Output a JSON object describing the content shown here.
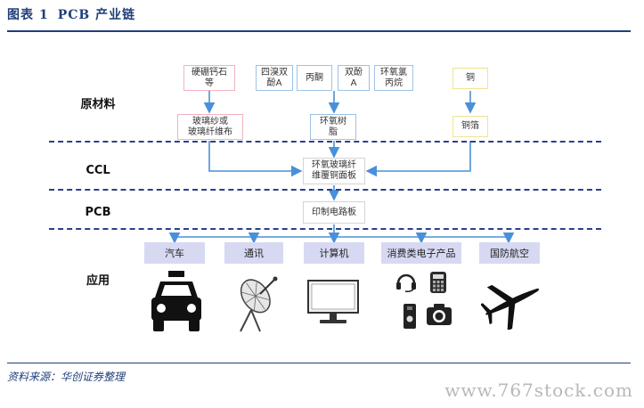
{
  "title": {
    "prefix": "图表",
    "number": "1",
    "text": "PCB 产业链"
  },
  "stages": {
    "raw": "原材料",
    "ccl": "CCL",
    "pcb": "PCB",
    "app": "应用"
  },
  "raw_materials": {
    "caco3": "硬硼钙石\n等",
    "glass": "玻璃纱或\n玻璃纤维布",
    "tbba": "四溴双\n酚A",
    "acetone": "丙酮",
    "bpa": "双酚\nA",
    "ech": "环氧氯\n丙烷",
    "epoxy": "环氧树\n脂",
    "copper": "铜",
    "foil": "铜箔"
  },
  "ccl_box": "环氧玻璃纤\n维覆铜面板",
  "pcb_box": "印制电路板",
  "applications": [
    "汽车",
    "通讯",
    "计算机",
    "消费类电子产品",
    "国防航空"
  ],
  "icons": [
    "taxi-icon",
    "satellite-dish-icon",
    "monitor-icon",
    "consumer-electronics-icons",
    "airplane-icon"
  ],
  "colors": {
    "brand": "#1f3f7a",
    "arrow": "#4a90d9",
    "app_fill": "#d7d9f3"
  },
  "source": "资料来源：华创证券整理",
  "watermark": "www.767stock.com"
}
